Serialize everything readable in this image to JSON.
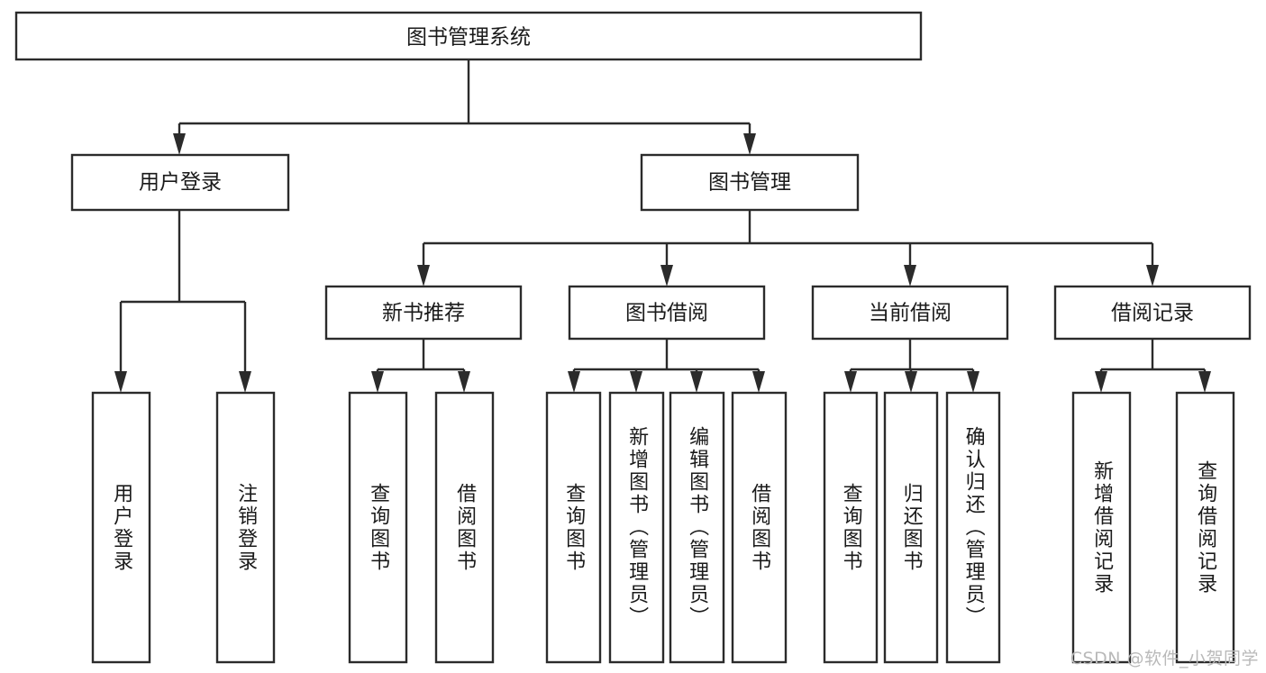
{
  "diagram": {
    "type": "tree-hierarchy",
    "title": "图书管理系统",
    "watermark": "CSDN @软件_小贺同学",
    "colors": {
      "background": "#ffffff",
      "box_stroke": "#2b2b2b",
      "box_fill": "#ffffff",
      "text": "#1a1a1a",
      "watermark": "#b9b9b9"
    },
    "levels": {
      "root": {
        "label": "图书管理系统"
      },
      "level2": [
        {
          "id": "user-login",
          "label": "用户登录"
        },
        {
          "id": "book-manage",
          "label": "图书管理"
        }
      ],
      "level3": [
        {
          "id": "new-book-recommend",
          "label": "新书推荐"
        },
        {
          "id": "book-borrow",
          "label": "图书借阅"
        },
        {
          "id": "current-borrow",
          "label": "当前借阅"
        },
        {
          "id": "borrow-record",
          "label": "借阅记录"
        }
      ],
      "leaves": {
        "user-login": [
          {
            "id": "leaf-user-login",
            "label": "用户登录"
          },
          {
            "id": "leaf-user-logout",
            "label": "注销登录"
          }
        ],
        "new-book-recommend": [
          {
            "id": "leaf-query-book-1",
            "label": "查询图书"
          },
          {
            "id": "leaf-borrow-book-1",
            "label": "借阅图书"
          }
        ],
        "book-borrow": [
          {
            "id": "leaf-query-book-2",
            "label": "查询图书"
          },
          {
            "id": "leaf-add-book",
            "label": "新增图书（管理员）"
          },
          {
            "id": "leaf-edit-book",
            "label": "编辑图书（管理员）"
          },
          {
            "id": "leaf-borrow-book-2",
            "label": "借阅图书"
          }
        ],
        "current-borrow": [
          {
            "id": "leaf-query-book-3",
            "label": "查询图书"
          },
          {
            "id": "leaf-return-book",
            "label": "归还图书"
          },
          {
            "id": "leaf-confirm-return",
            "label": "确认归还（管理员）"
          }
        ],
        "borrow-record": [
          {
            "id": "leaf-add-record",
            "label": "新增借阅记录"
          },
          {
            "id": "leaf-query-record",
            "label": "查询借阅记录"
          }
        ]
      }
    }
  }
}
